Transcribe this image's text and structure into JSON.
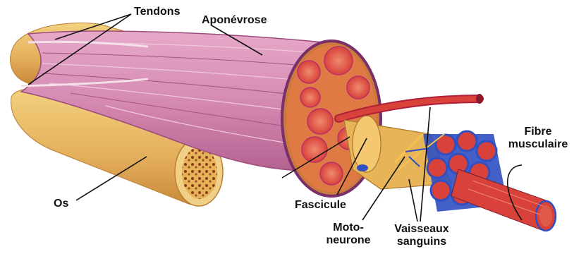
{
  "labels": {
    "tendons": "Tendons",
    "aponevrose": "Aponévrose",
    "os": "Os",
    "fibre_line1": "Fibre",
    "fibre_line2": "musculaire",
    "fascicule": "Fascicule",
    "moto_line1": "Moto-",
    "moto_line2": "neurone",
    "vaisseaux_line1": "Vaisseaux",
    "vaisseaux_line2": "sanguins"
  },
  "colors": {
    "muscle": "#d98fb6",
    "muscle_dark": "#b25a8e",
    "bone": "#e8b868",
    "bone_dark": "#c98a3a",
    "fascicle_red": "#d8423a",
    "fiber_red": "#d8423a",
    "vessel_blue": "#2f4fc2",
    "nerve_yellow": "#f2c34e",
    "leader_line": "#111111"
  }
}
